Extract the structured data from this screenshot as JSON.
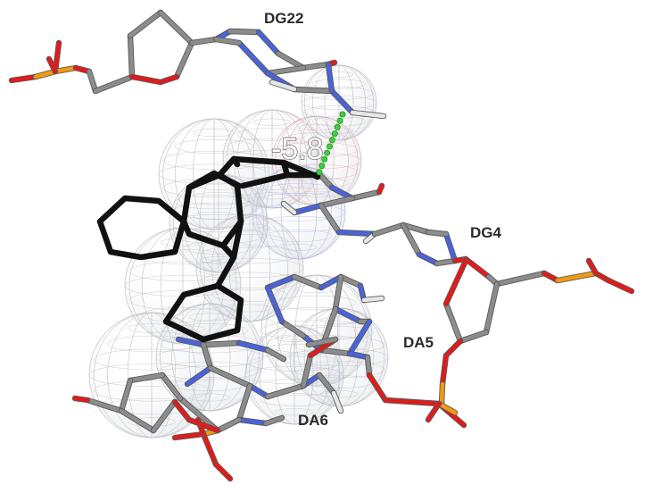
{
  "labels": {
    "dg22": "DG22",
    "dg4": "DG4",
    "da5": "DA5",
    "da6": "DA6",
    "score": "-5.8"
  },
  "colors": {
    "background": "#ffffff",
    "carbon": "#8c8c8c",
    "oxygen": "#e01b1b",
    "nitrogen": "#4a63d9",
    "hydrogen": "#e6e6e6",
    "phosphorus": "#f29a12",
    "ligand": "#111111",
    "hbond": "#3cd23c",
    "mesh": "#b9b9c2"
  },
  "icons": {
    "hbond": "dashed-hbond-icon"
  }
}
